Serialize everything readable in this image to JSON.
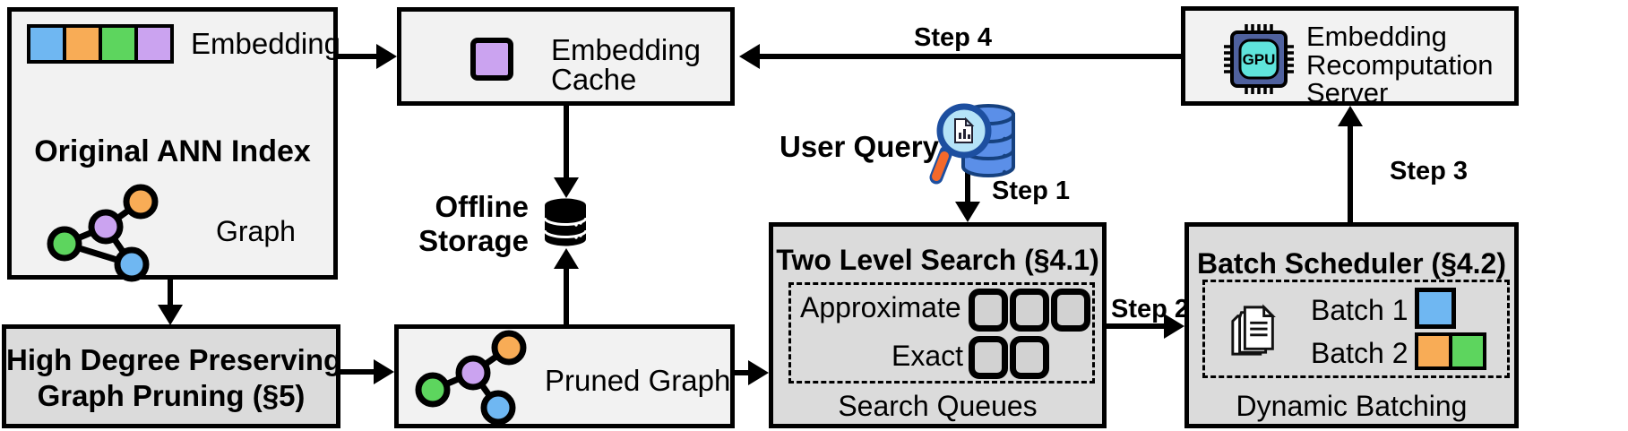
{
  "colors": {
    "blue": "#6FB7F2",
    "orange": "#F8AC56",
    "green": "#5DD55E",
    "purple": "#CBA3F0",
    "box_light": "#F2F2F2",
    "box_dark": "#DBDBDB",
    "queue_fill": "#D2D2D2",
    "line": "#000000",
    "gpu_body": "#4F619E",
    "gpu_screen": "#5FE4DC",
    "db_blue": "#5B8FE8",
    "db_blue_dark": "#16417F",
    "lens": "#B5E3F7",
    "rim": "#1D4FA0",
    "handle": "#F4692B"
  },
  "boxes": {
    "ann_index": {
      "embedding_label": "Embedding",
      "title": "Original ANN Index",
      "graph_label": "Graph"
    },
    "pruning": {
      "line1": "High Degree Preserving",
      "line2": "Graph Pruning (§5)"
    },
    "embedding_cache": {
      "line1": "Embedding",
      "line2": "Cache"
    },
    "pruned_graph": {
      "label": "Pruned Graph"
    },
    "two_level_search": {
      "title": "Two Level Search (§4.1)",
      "row1": "Approximate",
      "row2": "Exact",
      "footer": "Search Queues"
    },
    "batch_scheduler": {
      "title": "Batch Scheduler (§4.2)",
      "batch1": "Batch 1",
      "batch2": "Batch 2",
      "footer": "Dynamic Batching"
    },
    "server": {
      "line1": "Embedding",
      "line2": "Recomputation",
      "line3": "Server",
      "chip_label": "GPU"
    }
  },
  "labels": {
    "offline_storage_line1": "Offline",
    "offline_storage_line2": "Storage",
    "user_query": "User Query",
    "step1": "Step 1",
    "step2": "Step 2",
    "step3": "Step 3",
    "step4": "Step 4"
  },
  "icons": {
    "embedding_strip": "four colored vector squares",
    "graph": "4-node graph",
    "pruned_graph": "4-node pruned tree",
    "offline_storage": "database-cylinder-icon",
    "user_query": "magnifier-over-database-icon",
    "gpu_chip": "gpu-chip-icon",
    "documents": "stacked-documents-icon"
  }
}
